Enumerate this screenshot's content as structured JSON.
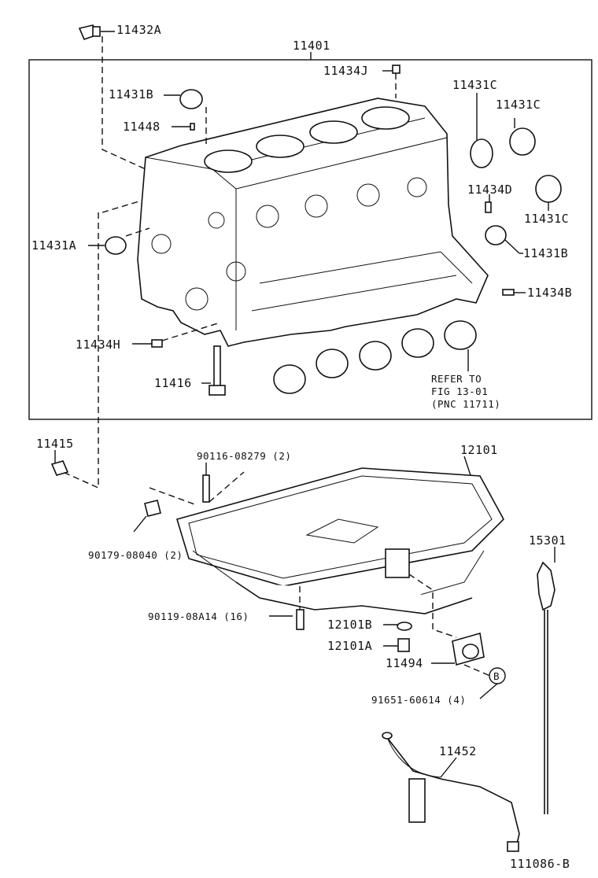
{
  "labels": {
    "p11432A": "11432A",
    "p11401": "11401",
    "p11434J": "11434J",
    "p11431B_top": "11431B",
    "p11431C_1": "11431C",
    "p11431C_2": "11431C",
    "p11448": "11448",
    "p11434D": "11434D",
    "p11431C_3": "11431C",
    "p11431A": "11431A",
    "p11431B_right": "11431B",
    "p11434B": "11434B",
    "p11434H": "11434H",
    "p11416": "11416",
    "refer_1": "REFER TO",
    "refer_2": "FIG 13-01",
    "refer_3": "(PNC 11711)",
    "p11415": "11415",
    "p90116": "90116-08279 (2)",
    "p12101": "12101",
    "p90179": "90179-08040 (2)",
    "p15301": "15301",
    "p90119": "90119-08A14 (16)",
    "p12101B": "12101B",
    "p12101A": "12101A",
    "p11494": "11494",
    "p91651": "91651-60614 (4)",
    "callout_b": "B",
    "p11452": "11452",
    "figure_id": "111086-B"
  }
}
